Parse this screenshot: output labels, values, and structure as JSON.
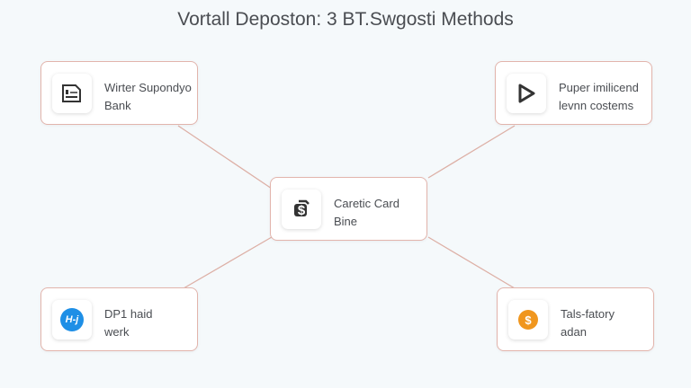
{
  "title": "Vortall Deposton: 3 BT.Swgosti Methods",
  "colors": {
    "border": "#e2b4ac",
    "link": "#ddb0a6",
    "blue": "#1e8fe6",
    "orange": "#f0961e"
  },
  "nodes": {
    "top_left": {
      "line1": "Wirter Supondyo",
      "line2": "Bank",
      "icon": "document-icon"
    },
    "top_right": {
      "line1": "Puper imilicend",
      "line2": "levnn costems",
      "icon": "play-icon"
    },
    "center": {
      "line1": "Caretic Card",
      "line2": "Bine",
      "icon": "card-dollar-icon"
    },
    "bottom_left": {
      "line1": "DP1 haid",
      "line2": "werk",
      "icon": "chat-bubble-icon",
      "icon_text": "H-j"
    },
    "bottom_right": {
      "line1": "Tals-fatory",
      "line2": "adan",
      "icon": "dollar-coin-icon",
      "icon_text": "$"
    }
  }
}
